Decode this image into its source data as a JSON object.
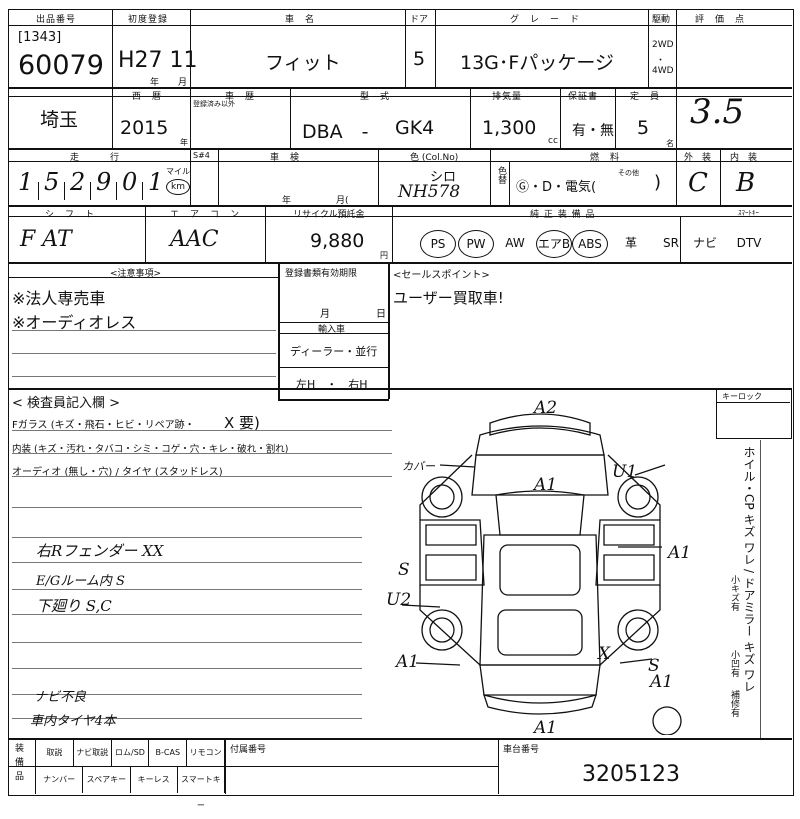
{
  "header": {
    "lot_label": "出品番号",
    "lot_sub": "[1343]",
    "lot_number": "60079",
    "first_reg_label": "初度登録",
    "first_reg": "H27 11",
    "year_mark": "年",
    "month_mark": "月",
    "name_label": "車　名",
    "car_name": "フィット",
    "doors_label": "ドア",
    "doors": "5",
    "grade_label": "グ　レ　ー　ド",
    "grade": "13G･Fパッケージ",
    "drive_label": "駆動",
    "drive_2wd": "2WD",
    "drive_sep": "・",
    "drive_4wd": "4WD",
    "score_label": "評　価　点",
    "score": "3.5"
  },
  "row2": {
    "region": "埼玉",
    "model_year_label": "西　暦",
    "model_year": "2015",
    "year_suffix": "年",
    "history_label": "車　歴",
    "history_sub": "登録済み以外",
    "type_label": "型　式",
    "type_prefix": "DBA　-",
    "type_code": "GK4",
    "displacement_label": "排気量",
    "displacement": "1,300",
    "cc": "cc",
    "warranty_label": "保証書",
    "warranty": "有・無",
    "capacity_label": "定　員",
    "capacity": "5",
    "capacity_suffix": "名"
  },
  "row3": {
    "mileage_label": "走　　　行",
    "mileage_digits": [
      "1",
      "5",
      "2",
      "9",
      "0",
      "1"
    ],
    "unit_mile": "マイル",
    "unit_km": "km",
    "s_label": "S#4",
    "inspection_label": "車　検",
    "inspection_year": "年",
    "inspection_month": "月(",
    "color_label": "色 (Col.No)",
    "color_name": "シロ",
    "color_code": "NH578",
    "color_mark": "色替",
    "fuel_label": "燃　料",
    "fuel_options": "Ⓖ・D・電気(",
    "fuel_other": "その他",
    "fuel_close": ")",
    "exterior_label": "外　装",
    "exterior": "C",
    "interior_label": "内　装",
    "interior": "B"
  },
  "row4": {
    "shift_label": "シ　フ　ト",
    "shift": "F AT",
    "ac_label": "エ　ア　コ　ン",
    "ac": "AAC",
    "recycle_label": "リサイクル預託金",
    "recycle": "9,880",
    "yen": "円",
    "equipment_label": "純 正 装 備 品",
    "equipment": [
      "PS",
      "PW",
      "AW",
      "エアB",
      "ABS",
      "革",
      "SR",
      "ナビ",
      "DTV"
    ],
    "smart_key_label": "ｽﾏｰﾄｷｰ"
  },
  "notes": {
    "caution_label": "<注意事項>",
    "caution_lines": [
      "※法人専売車",
      "※オーディオレス"
    ],
    "regdoc_label": "登録書類有効期限",
    "regdoc_month": "月",
    "regdoc_day": "日",
    "import_label": "輸入車",
    "import_value": "ディーラー・並行",
    "handle": "左H　・　右H",
    "sales_label": "<セールスポイント>",
    "sales": "ユーザー買取車!"
  },
  "inspector": {
    "title": "< 検査員記入欄 >",
    "glass": "Fガラス (キズ・飛石・ヒビ・リペア跡・",
    "glass_mark": "X 要)",
    "interior": "内装 (キズ・汚れ・タバコ・シミ・コゲ・穴・キレ・破れ・割れ)",
    "audio": "オーディオ (無し・穴) / タイヤ (スタッドレス)",
    "handwritten": [
      "右Rフェンダー XX",
      "E/Gルーム内 S",
      "下廻り S,C"
    ],
    "handwritten_bottom": [
      "ナビ不良",
      "車内タイヤ4本"
    ]
  },
  "diagram": {
    "key_lock_label": "キーロック",
    "marks": [
      "A2",
      "A1",
      "U1",
      "A1",
      "S",
      "U2",
      "A1",
      "S",
      "A1",
      "A1",
      "X"
    ],
    "label_kabu": "カバー",
    "side_note": "ホイル・CP キズ ワレ / ドアミラー キズ ワレ",
    "side_small_1": "小キズ有",
    "side_small_2": "小凹有",
    "side_small_3": "補修有"
  },
  "footer": {
    "col_label": "装\n備\n品",
    "items_top": [
      "取説",
      "ナビ取説",
      "ロム/SD",
      "B-CAS",
      "リモコン"
    ],
    "items_bottom": [
      "ナンバー",
      "スペアキー",
      "キーレス",
      "スマートキー"
    ],
    "accessory_label": "付属番号",
    "chassis_label": "車台番号",
    "chassis": "3205123"
  }
}
